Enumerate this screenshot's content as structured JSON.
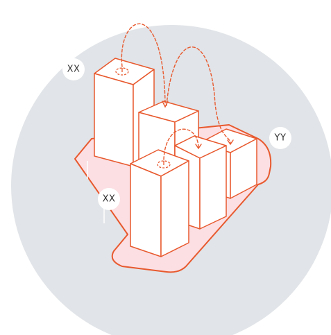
{
  "labels": {
    "top_left": "XX",
    "bottom_left": "XX",
    "right": "YY"
  },
  "colors": {
    "background_circle": "#e1e4e8",
    "accent": "#e8592e",
    "base_fill": "#fbdfe3",
    "block_face": "#ffffff",
    "label_text": "#333333",
    "label_circle": "#ffffff",
    "leader_line": "#ffffff"
  }
}
